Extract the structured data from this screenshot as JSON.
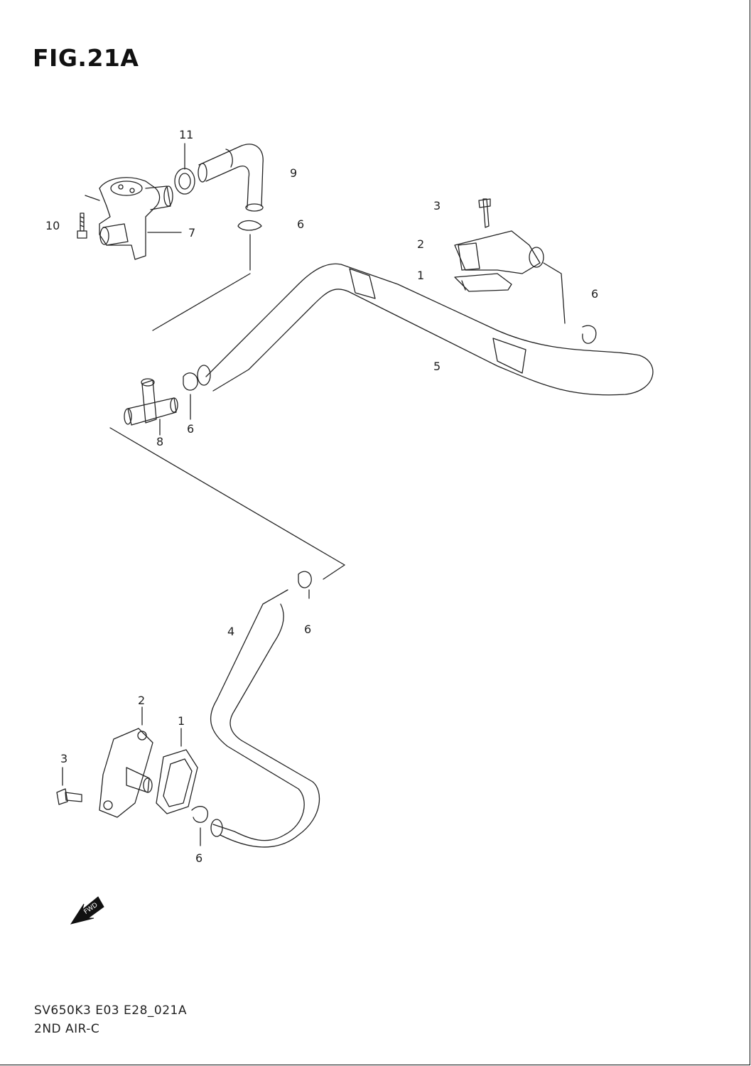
{
  "figure": {
    "title": "FIG.21A"
  },
  "callouts": {
    "c11": "11",
    "c9": "9",
    "c10": "10",
    "c7": "7",
    "c6_top": "6",
    "c3_top": "3",
    "c2_top": "2",
    "c1_top": "1",
    "c6_right": "6",
    "c5": "5",
    "c8": "8",
    "c6_mid": "6",
    "c4": "4",
    "c6_lower": "6",
    "c2_bottom": "2",
    "c1_bottom": "1",
    "c3_bottom": "3",
    "c6_bottom": "6"
  },
  "direction_marker": {
    "label": "FWD"
  },
  "footer": {
    "code": "SV650K3 E03 E28_021A",
    "name": "2ND AIR-C"
  },
  "colors": {
    "line": "#222222",
    "background": "#ffffff"
  }
}
